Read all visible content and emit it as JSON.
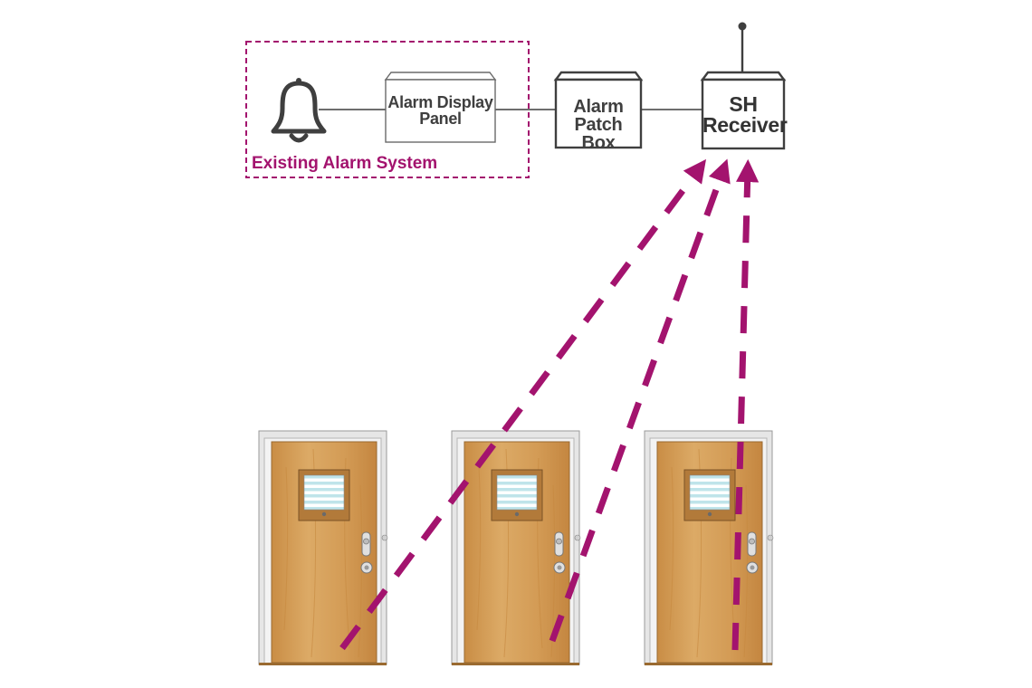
{
  "existing_system": {
    "label": "Existing Alarm System"
  },
  "components": {
    "bell": {
      "icon": "bell-icon"
    },
    "alarm_display_panel": {
      "label_line1": "Alarm Display",
      "label_line2": "Panel"
    },
    "alarm_patch_box": {
      "label_line1": "Alarm",
      "label_line2": "Patch Box"
    },
    "sh_receiver": {
      "label_line1": "SH",
      "label_line2": "Receiver",
      "icon": "antenna-icon"
    }
  },
  "doors": [
    {
      "icon": "door-icon"
    },
    {
      "icon": "door-icon"
    },
    {
      "icon": "door-icon"
    }
  ],
  "colors": {
    "accent": "#a3136e",
    "line": "#3f3f3f",
    "door_wood": "#d9a15a",
    "door_frame": "#d8d8d8",
    "window_glass": "#bfe4ea"
  }
}
